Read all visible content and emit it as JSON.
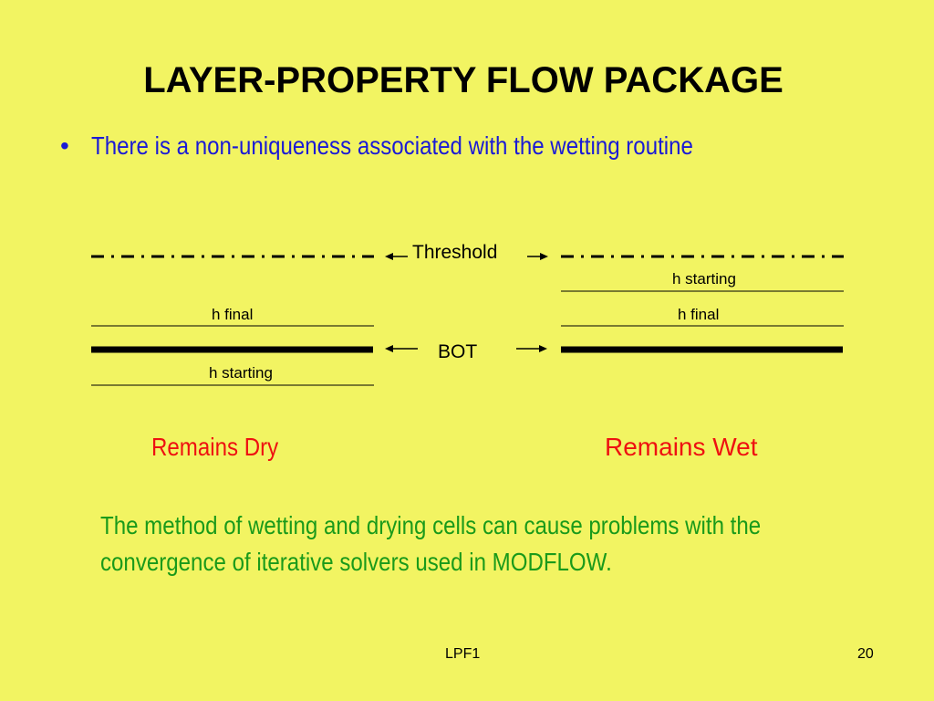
{
  "slide": {
    "title": "LAYER-PROPERTY FLOW PACKAGE",
    "bullet": "There is a non-uniqueness associated with the wetting routine",
    "bullet_marker": "•"
  },
  "diagram": {
    "threshold_label": "Threshold",
    "bot_label": "BOT",
    "left": {
      "h_final_label": "h final",
      "h_starting_label": "h starting",
      "outcome": "Remains Dry"
    },
    "right": {
      "h_starting_label": "h starting",
      "h_final_label": "h final",
      "outcome": "Remains Wet"
    }
  },
  "note": "The method of wetting and drying cells can cause problems with the convergence of iterative solvers used in MODFLOW.",
  "footer": {
    "center": "LPF1",
    "page_number": "20"
  },
  "colors": {
    "background": "#f2f462",
    "bullet_text": "#1a1ad6",
    "outcome_text": "#ee1111",
    "note_text": "#1a9a1a"
  }
}
